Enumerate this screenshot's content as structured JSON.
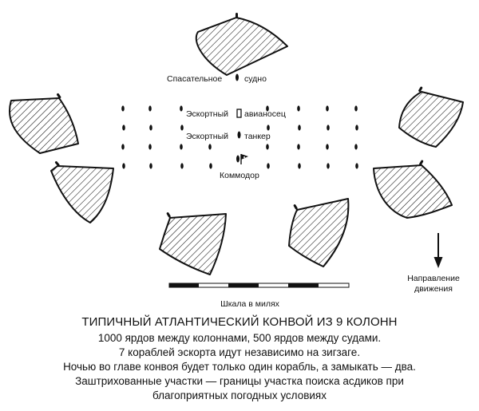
{
  "labels": {
    "rescue_ship": "Спасательное",
    "rescue_ship_2": "судно",
    "escort_carrier": "Эскортный",
    "escort_carrier_2": "авианосец",
    "escort_tanker": "Эскортный",
    "escort_tanker_2": "танкер",
    "commodore": "Коммодор",
    "direction_1": "Направление",
    "direction_2": "движения",
    "scale": "Шкала в милях"
  },
  "caption": {
    "title": "ТИПИЧНЫЙ АТЛАНТИЧЕСКИЙ КОНВОЙ ИЗ 9 КОЛОНН",
    "lines": [
      "1000 ярдов между колоннами, 500 ярдов между судами.",
      "7 кораблей эскорта идут независимо на зигзаге.",
      "Ночью во главе конвоя будет только один корабль, а замыкать — два.",
      "Заштрихованные участки — границы участка поиска асдиков при",
      "благоприятных погодных условиях"
    ]
  }
}
